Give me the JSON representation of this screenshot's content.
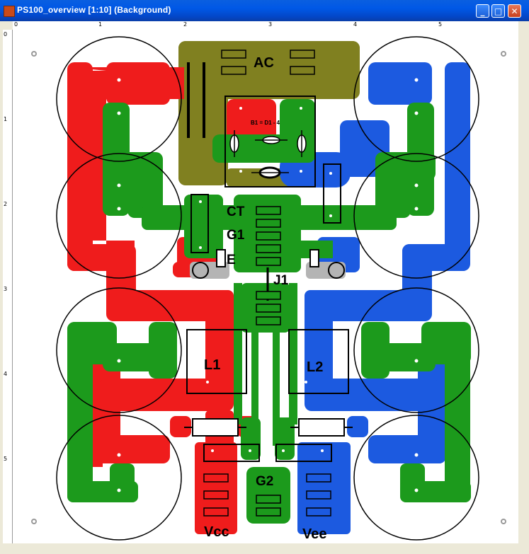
{
  "window": {
    "title": "PS100_overview [1:10] (Background)",
    "buttons": {
      "minimize": "_",
      "maximize": "□",
      "close": "✕"
    }
  },
  "rulers": {
    "horizontal": [
      "0",
      "1",
      "2",
      "3",
      "4",
      "5"
    ],
    "vertical": [
      "0",
      "1",
      "2",
      "3",
      "4",
      "5"
    ]
  },
  "colors": {
    "olive": "#808020",
    "red": "#ef1c1c",
    "green": "#1c9a1c",
    "blue": "#1c5ae0",
    "gray": "#b4b4b4",
    "outline": "#000000"
  },
  "pcb": {
    "labels": {
      "ac": "AC",
      "bridge": "B1 = D1 - 4",
      "ct": "CT",
      "g1": "G1",
      "e": "E",
      "j1": "J1",
      "l1": "L1",
      "l2": "L2",
      "g2": "G2",
      "vcc": "Vcc",
      "vee": "Vee"
    }
  }
}
